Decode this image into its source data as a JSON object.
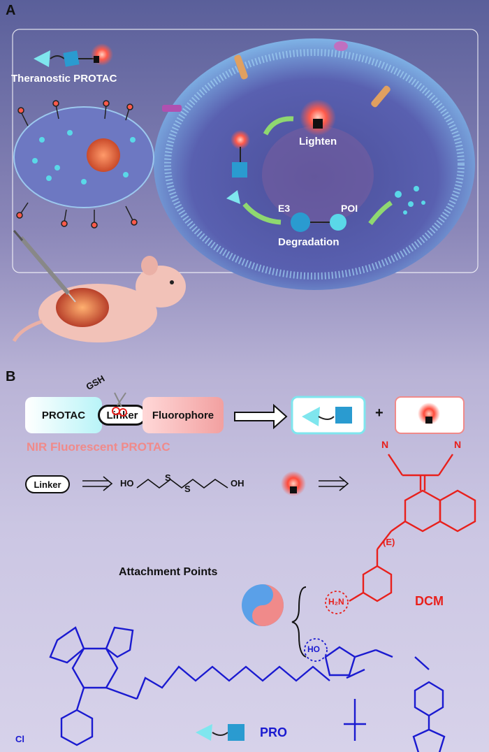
{
  "panel_a": {
    "letter": "A",
    "theranostic_label": "Theranostic PROTAC",
    "lighten_label": "Lighten",
    "e3_label": "E3",
    "poi_label": "POI",
    "degradation_label": "Degradation"
  },
  "panel_b": {
    "letter": "B",
    "gsh_label": "GSH",
    "protac_box": "PROTAC",
    "linker_box": "Linker",
    "fluorophore_box": "Fluorophore",
    "plus": "+",
    "nir_label": "NIR Fluorescent PROTAC",
    "linker_pill": "Linker",
    "attachment_label": "Attachment Points",
    "dcm_label": "DCM",
    "pro_label": "PRO",
    "ho_left": "HO",
    "oh_right": "OH",
    "s1": "S",
    "s2": "S",
    "n_left": "N",
    "n_right": "N",
    "e_label": "(E)",
    "h2n": "H₂N",
    "ho_pro": "HO",
    "cl": "Cl"
  },
  "colors": {
    "dcm_red": "#e8201c",
    "pro_blue": "#1a1ad0",
    "nir_pink": "#f08a8a",
    "protac_cyan": "#7fe6ee"
  }
}
